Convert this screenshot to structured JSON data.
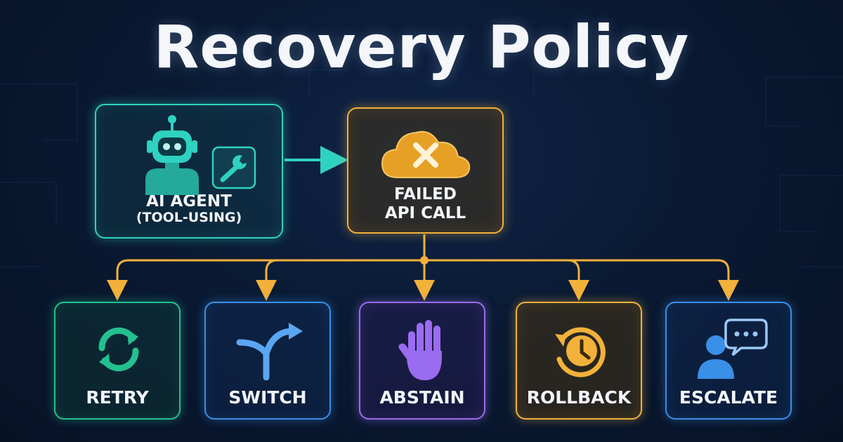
{
  "title": "Recovery Policy",
  "agent": {
    "label": "AI AGENT",
    "sublabel": "(TOOL-USING)",
    "icon": "robot-icon",
    "tool_icon": "wrench-icon"
  },
  "failure": {
    "label_line1": "FAILED",
    "label_line2": "API CALL",
    "icon": "cloud-error-icon"
  },
  "actions": [
    {
      "label": "RETRY",
      "icon": "refresh-icon"
    },
    {
      "label": "SWITCH",
      "icon": "fork-arrow-icon"
    },
    {
      "label": "ABSTAIN",
      "icon": "hand-icon"
    },
    {
      "label": "ROLLBACK",
      "icon": "history-clock-icon"
    },
    {
      "label": "ESCALATE",
      "icon": "person-chat-icon"
    }
  ],
  "colors": {
    "teal": "#2fd2c0",
    "amber": "#f2b13a",
    "green": "#24c08f",
    "blue": "#3a8fe8",
    "purple": "#9a6cf0",
    "background": "#0a1a33"
  }
}
